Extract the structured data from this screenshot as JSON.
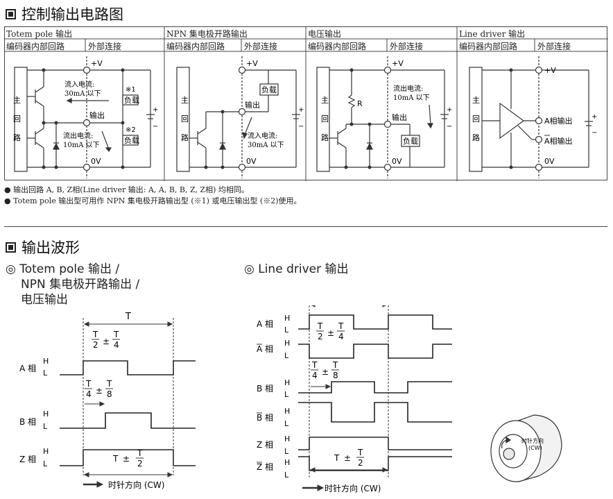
{
  "section1": {
    "title": "控制输出电路图"
  },
  "columns": [
    {
      "title": "Totem pole 输出",
      "internal": "编码器内部回路",
      "external": "外部连接"
    },
    {
      "title": "NPN 集电极开路输出",
      "internal": "编码器内部回路",
      "external": "外部连接"
    },
    {
      "title": "电压输出",
      "internal": "编码器内部回路",
      "external": "外部连接"
    },
    {
      "title": "Line driver 输出",
      "internal": "编码器内部回路",
      "external": "外部连接"
    }
  ],
  "circuit": {
    "vplus": "+V",
    "zerov": "0V",
    "output": "输出",
    "load": "负载",
    "main1": "主",
    "main2": "回",
    "main3": "路",
    "sink_a": "流入电流:",
    "sink_b": "30mA 以下",
    "source_a": "流出电流:",
    "source_b": "10mA 以下",
    "note1": "※1",
    "note2": "※2",
    "resistor": "R",
    "a_out": "A相输出",
    "abar_out": "A相输出",
    "plus": "+",
    "minus": "−"
  },
  "notes": [
    "● 输出回路 A, B, Z相(Line driver 输出: A, A, B, B, Z, Z相) 均相同。",
    "● Totem pole 输出型可用作 NPN 集电极开路输出型 (※1) 或电压输出型 (※2)使用。"
  ],
  "section2": {
    "title": "输出波形"
  },
  "left_wave": {
    "title_1": "◎ Totem pole 输出 /",
    "title_2": "NPN 集电极开路输出 /",
    "title_3": "电压输出",
    "T": "T",
    "t_half": "T",
    "t_half_d": "2",
    "t_quarter": "T",
    "t_quarter_d": "4",
    "t_eighth": "T",
    "t_eighth_d": "8",
    "pm": "±",
    "a_phase": "A 相",
    "b_phase": "B 相",
    "z_phase": "Z 相",
    "H": "H",
    "L": "L",
    "cw": "时针方向 (CW)"
  },
  "right_wave": {
    "title": "◎ Line driver 输出",
    "a_phase": "A 相",
    "abar_phase": "A 相",
    "b_phase": "B 相",
    "bbar_phase": "B 相",
    "z_phase": "Z 相",
    "zbar_phase": "Z 相",
    "cw": "时针方向 (CW)",
    "encoder_label_1": "时针方向",
    "encoder_label_2": "(CW)"
  }
}
